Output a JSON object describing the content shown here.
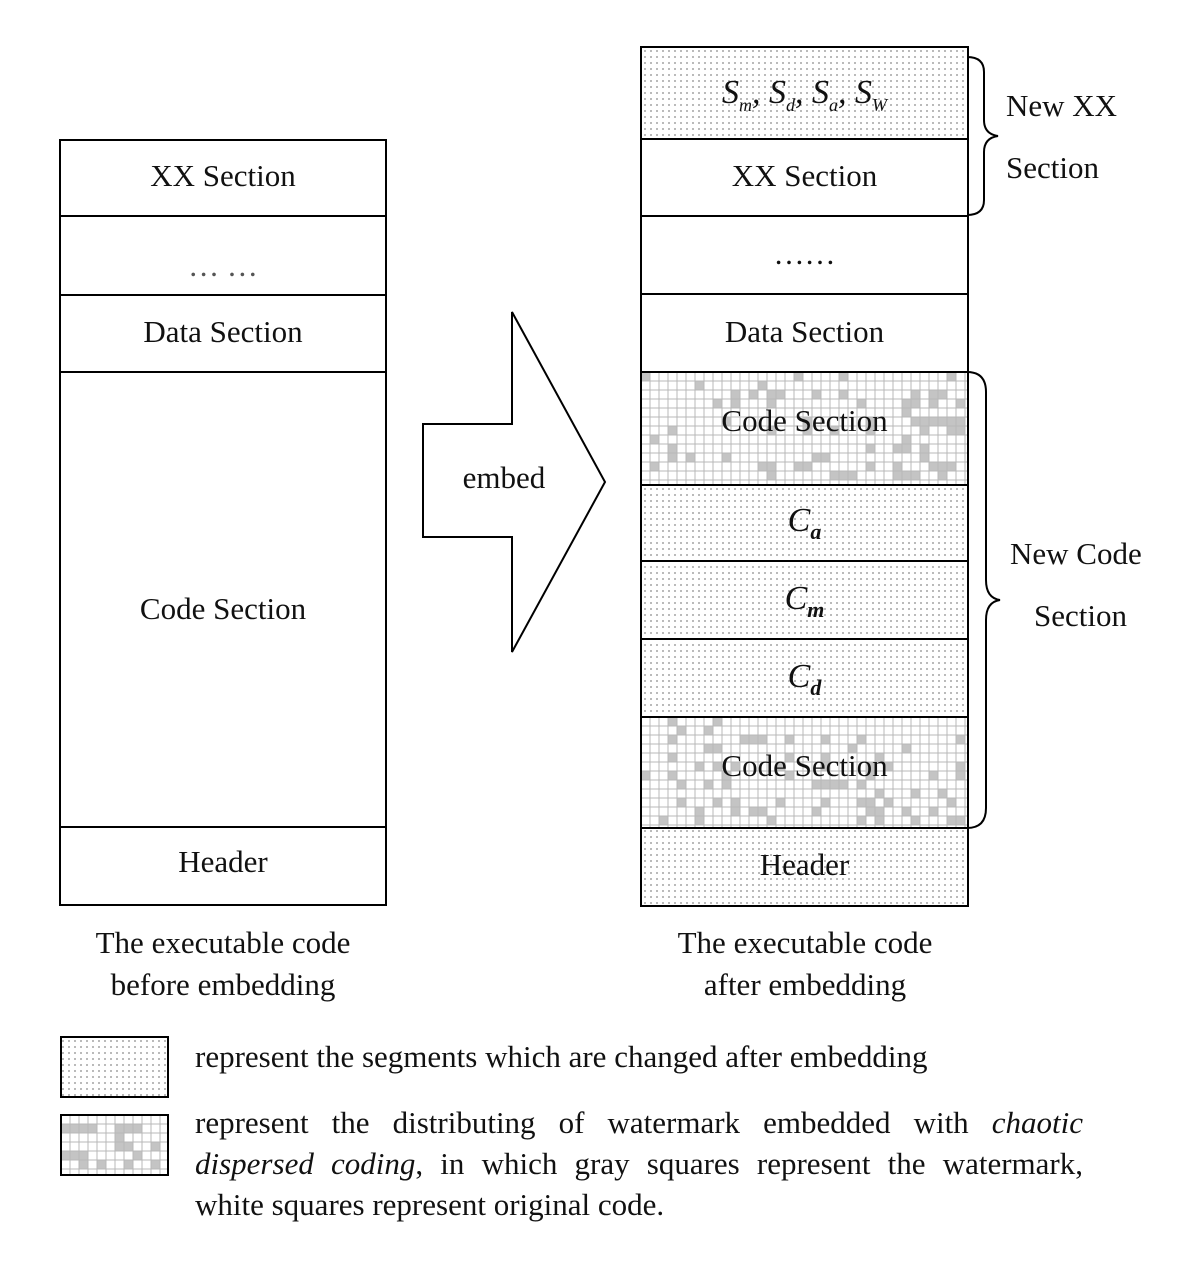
{
  "before": {
    "sections": {
      "xx": "XX Section",
      "dots": "… …",
      "data": "Data Section",
      "code": "Code Section",
      "header": "Header"
    },
    "caption_line1": "The executable code",
    "caption_line2": "before embedding"
  },
  "arrow": {
    "label": "embed"
  },
  "after": {
    "sections": {
      "s_m": "S",
      "s_m_sub": "m",
      "s_d": "S",
      "s_d_sub": "d",
      "s_a": "S",
      "s_a_sub": "a",
      "s_w": "S",
      "s_w_sub": "W",
      "separator": ",",
      "xx": "XX Section",
      "dots": "……",
      "data": "Data Section",
      "code_top": "Code Section",
      "c_a": "C",
      "c_a_sub": "a",
      "c_m": "C",
      "c_m_sub": "m",
      "c_d": "C",
      "c_d_sub": "d",
      "code_bottom": "Code Section",
      "header": "Header"
    },
    "brace_xx_line1": "New XX",
    "brace_xx_line2": "Section",
    "brace_code_line1": "New Code",
    "brace_code_line2": "Section",
    "caption_line1": "The executable code",
    "caption_line2": "after embedding"
  },
  "legend": {
    "changed_text": "represent the segments which are changed after embedding",
    "watermark_text_1": "represent the distributing of watermark embedded with",
    "watermark_text_em": "chaotic dispersed coding",
    "watermark_text_2": ", in which gray squares represent the watermark, white squares represent original code."
  },
  "colors": {
    "stroke": "#000000",
    "dot": "#8a8a8a",
    "grid": "#b8b8b8",
    "watermark_square": "#c4c4c4"
  }
}
